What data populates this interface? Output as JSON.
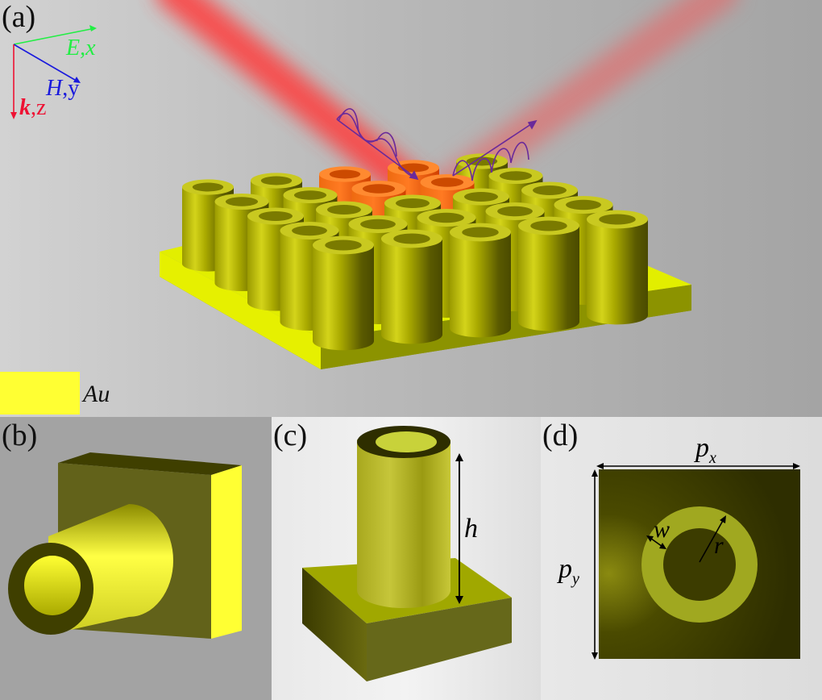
{
  "figure": {
    "panels": [
      {
        "id": "a",
        "label": "(a)",
        "description": "5x5 array of hollow gold nanotubes on gold substrate illuminated by incident and reflected light beams"
      },
      {
        "id": "b",
        "label": "(b)",
        "description": "Unit cell side view"
      },
      {
        "id": "c",
        "label": "(c)",
        "description": "Unit cell perspective view"
      },
      {
        "id": "d",
        "label": "(d)",
        "description": "Unit cell top view"
      }
    ]
  },
  "axes": {
    "e_label": "E,x",
    "h_label": "H,y",
    "k_label_bold": "k",
    "k_label_rest": ",z",
    "colors": {
      "e": "#22ee44",
      "h": "#1a1add",
      "k": "#ee1133"
    }
  },
  "legend": {
    "material": "Au",
    "color": "#ffff33"
  },
  "dimensions": {
    "height": "h",
    "px": "p",
    "px_sub": "x",
    "py": "p",
    "py_sub": "y",
    "width": "w",
    "radius": "r"
  },
  "colors": {
    "gold_bright": "#ffff33",
    "gold_mid": "#b5b500",
    "gold_dark": "#4a4a00",
    "beam": "#ff4444",
    "wave": "#6a2a9a"
  }
}
